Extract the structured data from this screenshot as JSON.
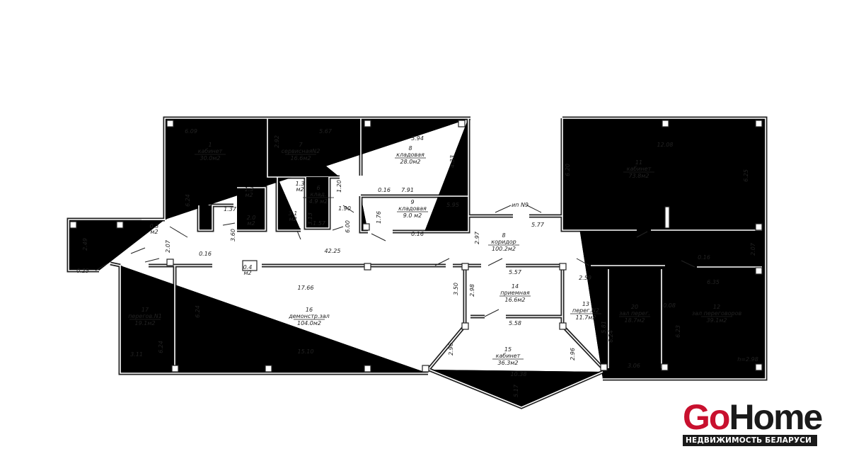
{
  "rooms": [
    {
      "num": "1",
      "name": "кабинет",
      "area": "30.0м2"
    },
    {
      "num": "7",
      "name": "сервиснаяN2",
      "area": "16.6м2"
    },
    {
      "num": "8",
      "name": "кладовая",
      "area": "28.0м2"
    },
    {
      "num": "9",
      "name": "кладовая",
      "area": "9.0 м2"
    },
    {
      "num": "6",
      "name": "клад.",
      "area": "4.9 м2"
    },
    {
      "num": "11",
      "name": "кабинет",
      "area": "73.8м2"
    },
    {
      "num": "8",
      "name": "коридор",
      "area": "100.2м2"
    },
    {
      "num": "14",
      "name": "приемная",
      "area": "16.6м2"
    },
    {
      "num": "13",
      "name": "перег.N2",
      "area": "11.7м2"
    },
    {
      "num": "20",
      "name": "зал перег.",
      "area": "18.7м2"
    },
    {
      "num": "12",
      "name": "зал переговоров",
      "area": "39.1м2"
    },
    {
      "num": "17",
      "name": "перегов.N1",
      "area": "19.1м2"
    },
    {
      "num": "16",
      "name": "демонстр.зал",
      "area": "104.0м2"
    },
    {
      "num": "15",
      "name": "кабинет",
      "area": "36.3м2"
    }
  ],
  "small_areas": [
    {
      "v": "1.3",
      "u": "м2"
    },
    {
      "v": "2.0",
      "u": "м2"
    },
    {
      "v": "1.3",
      "u": "м2"
    },
    {
      "v": "3.1",
      "u": "м2"
    },
    {
      "v": "0.4",
      "u": "м2"
    },
    {
      "v": "0.3",
      "u": "м2"
    }
  ],
  "dims": [
    "6.09",
    "5.67",
    "2.92",
    "5.94",
    "4.33",
    "12.08",
    "6.20",
    "6.25",
    "6.24",
    "1.37",
    "1.20",
    "1.90",
    "1.57",
    "3.13",
    "0.16",
    "7.91",
    "5.95",
    "1.76",
    "0.16",
    "6.00",
    "2.49",
    "2.07",
    "3.60",
    "0.16",
    "42.25",
    "2.97",
    "5.77",
    "2.07",
    "0.16",
    "0.25",
    "17.66",
    "6.24",
    "6.24",
    "3.11",
    "15.10",
    "3.50",
    "2.98",
    "5.57",
    "5.58",
    "2.59",
    "6.35",
    "0.08",
    "5.81",
    "6.24",
    "6.23",
    "2.96",
    "2.96",
    "3.06",
    "h=2.98",
    "10.38",
    "5.17"
  ],
  "stair_label": "ип N9",
  "logo": {
    "go": "Go",
    "home": "Home",
    "tagline": "НЕДВИЖИМОСТЬ БЕЛАРУСИ",
    "go_color": "#c8102e"
  }
}
